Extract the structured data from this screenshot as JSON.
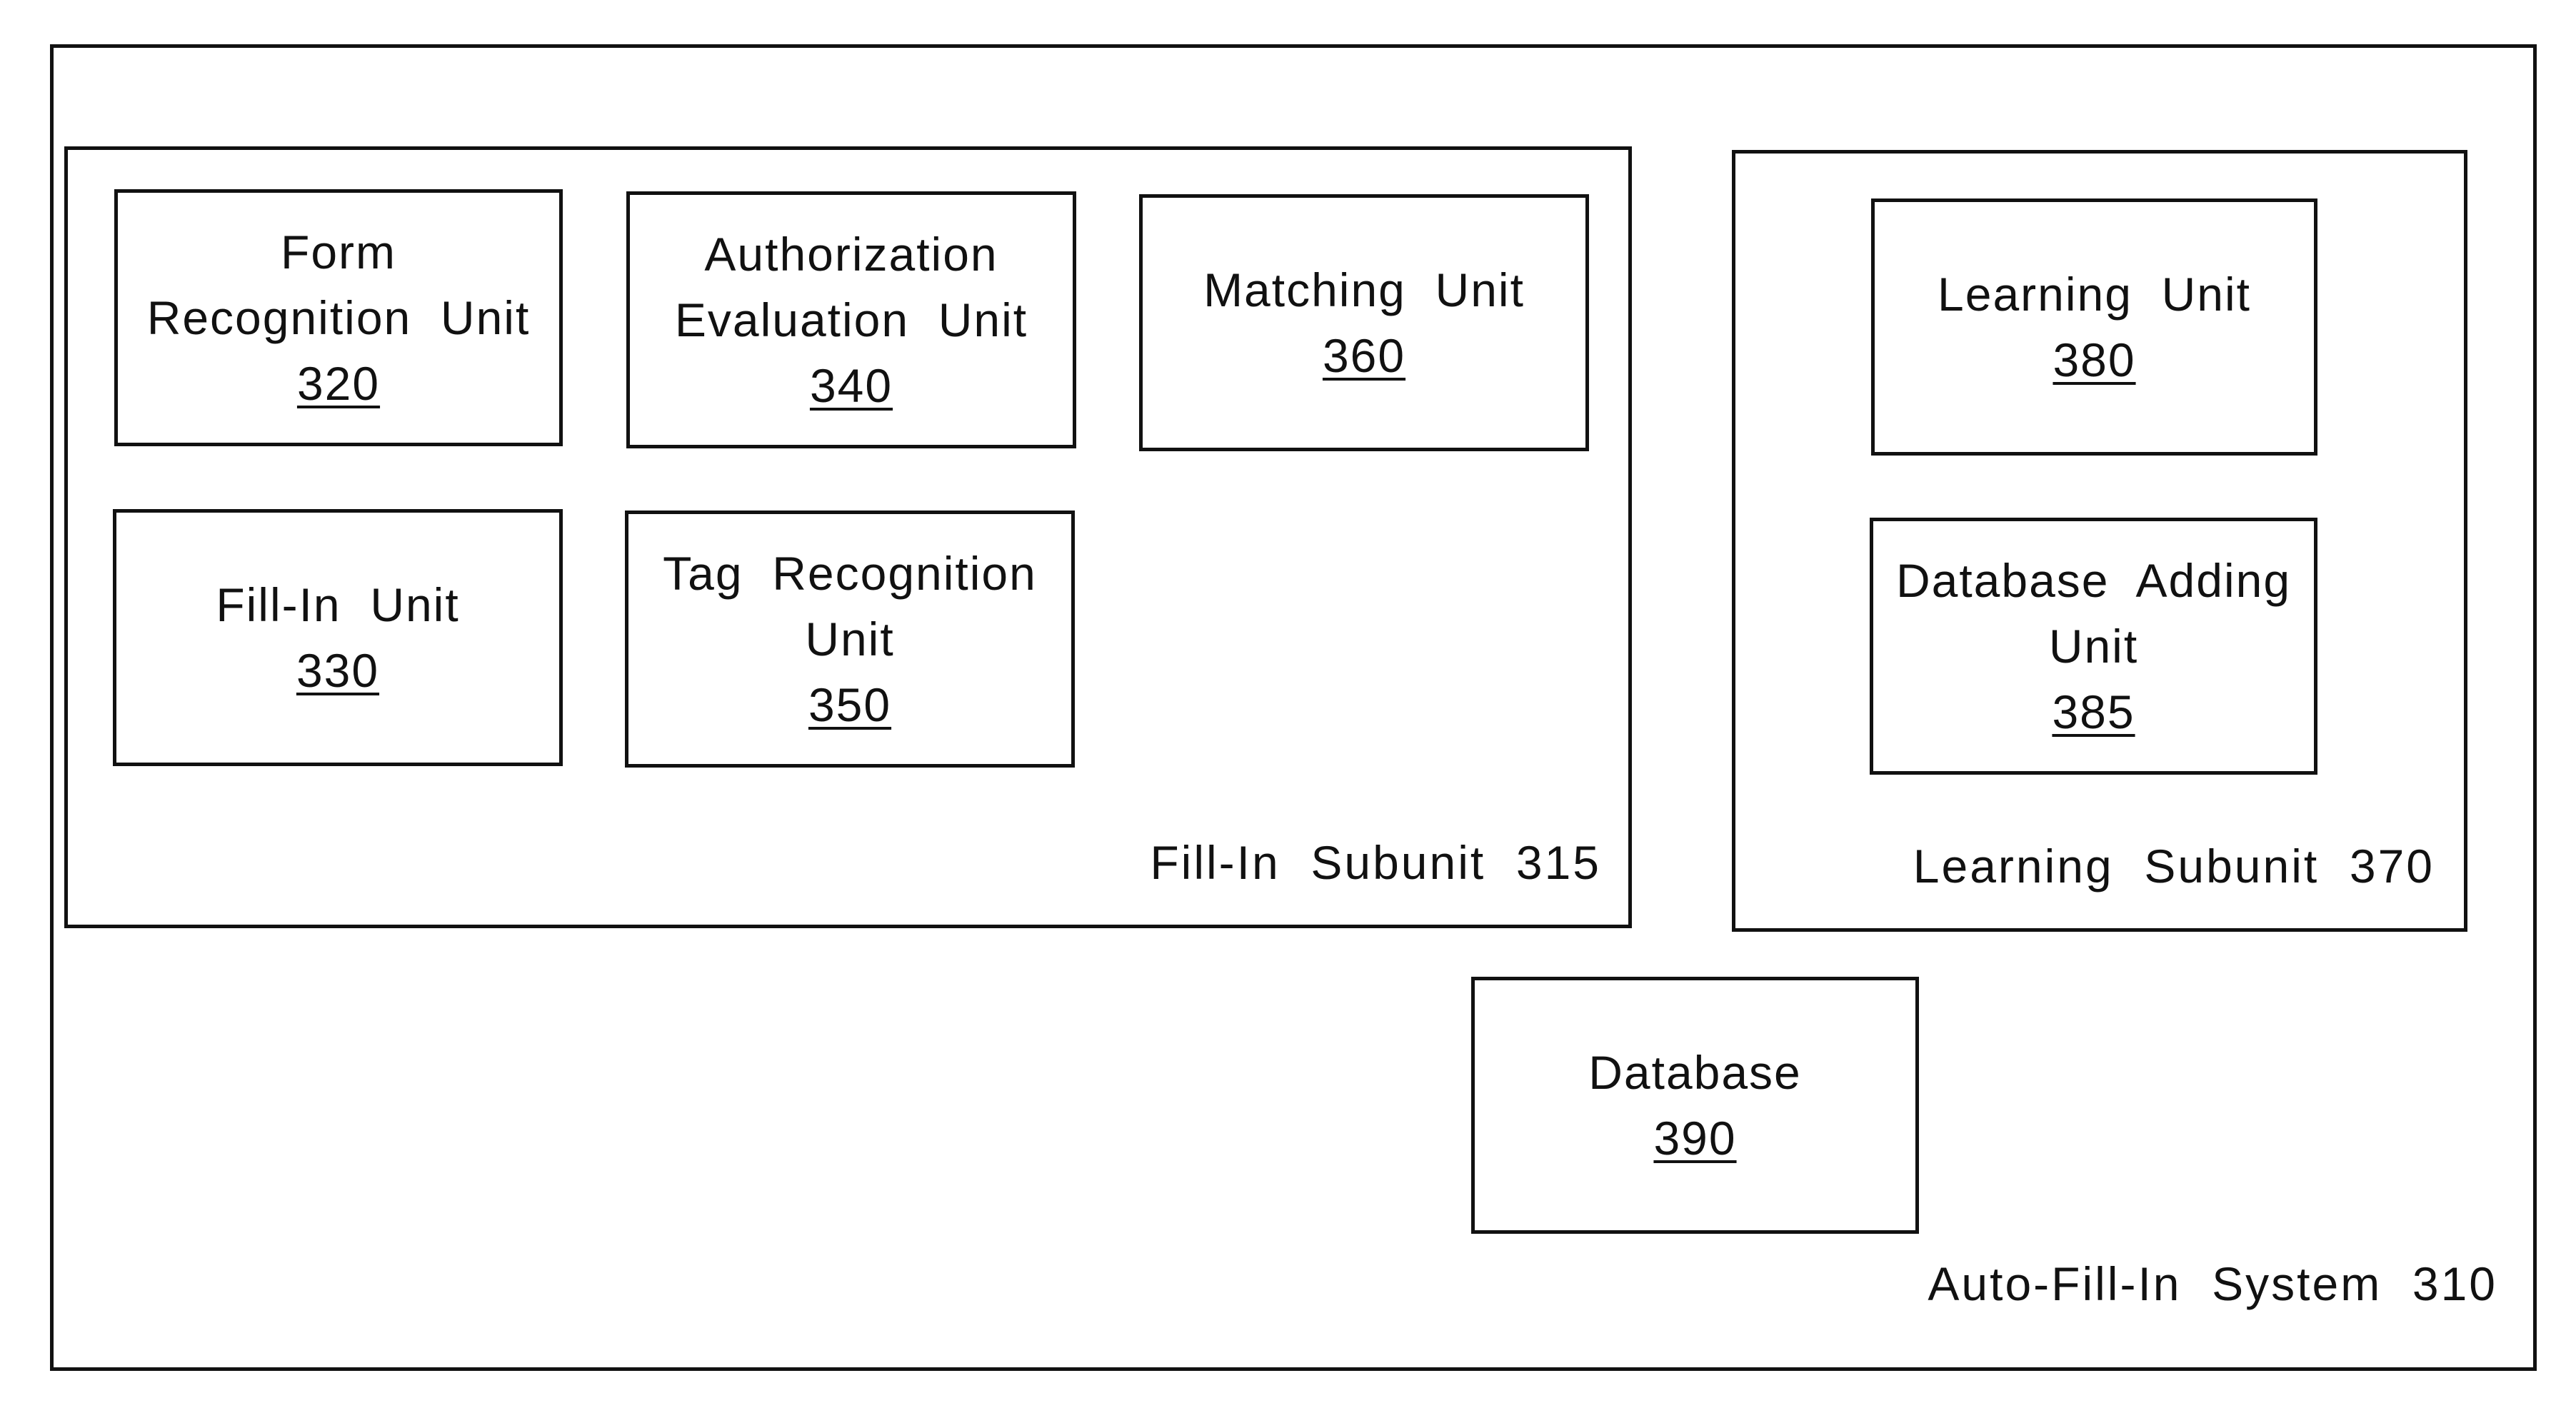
{
  "system": {
    "label": "Auto-Fill-In  System  310"
  },
  "fill_in_subunit": {
    "label": "Fill-In  Subunit  315",
    "units": [
      {
        "lines": [
          "Form",
          "Recognition  Unit"
        ],
        "number": "320"
      },
      {
        "lines": [
          "Authorization",
          "Evaluation  Unit"
        ],
        "number": "340"
      },
      {
        "lines": [
          "Matching  Unit"
        ],
        "number": "360"
      },
      {
        "lines": [
          "Fill-In  Unit"
        ],
        "number": "330"
      },
      {
        "lines": [
          "Tag  Recognition",
          "Unit"
        ],
        "number": "350"
      }
    ]
  },
  "learning_subunit": {
    "label": "Learning  Subunit  370",
    "units": [
      {
        "lines": [
          "Learning  Unit"
        ],
        "number": "380"
      },
      {
        "lines": [
          "Database  Adding",
          "Unit"
        ],
        "number": "385"
      }
    ]
  },
  "database": {
    "lines": [
      "Database"
    ],
    "number": "390"
  }
}
